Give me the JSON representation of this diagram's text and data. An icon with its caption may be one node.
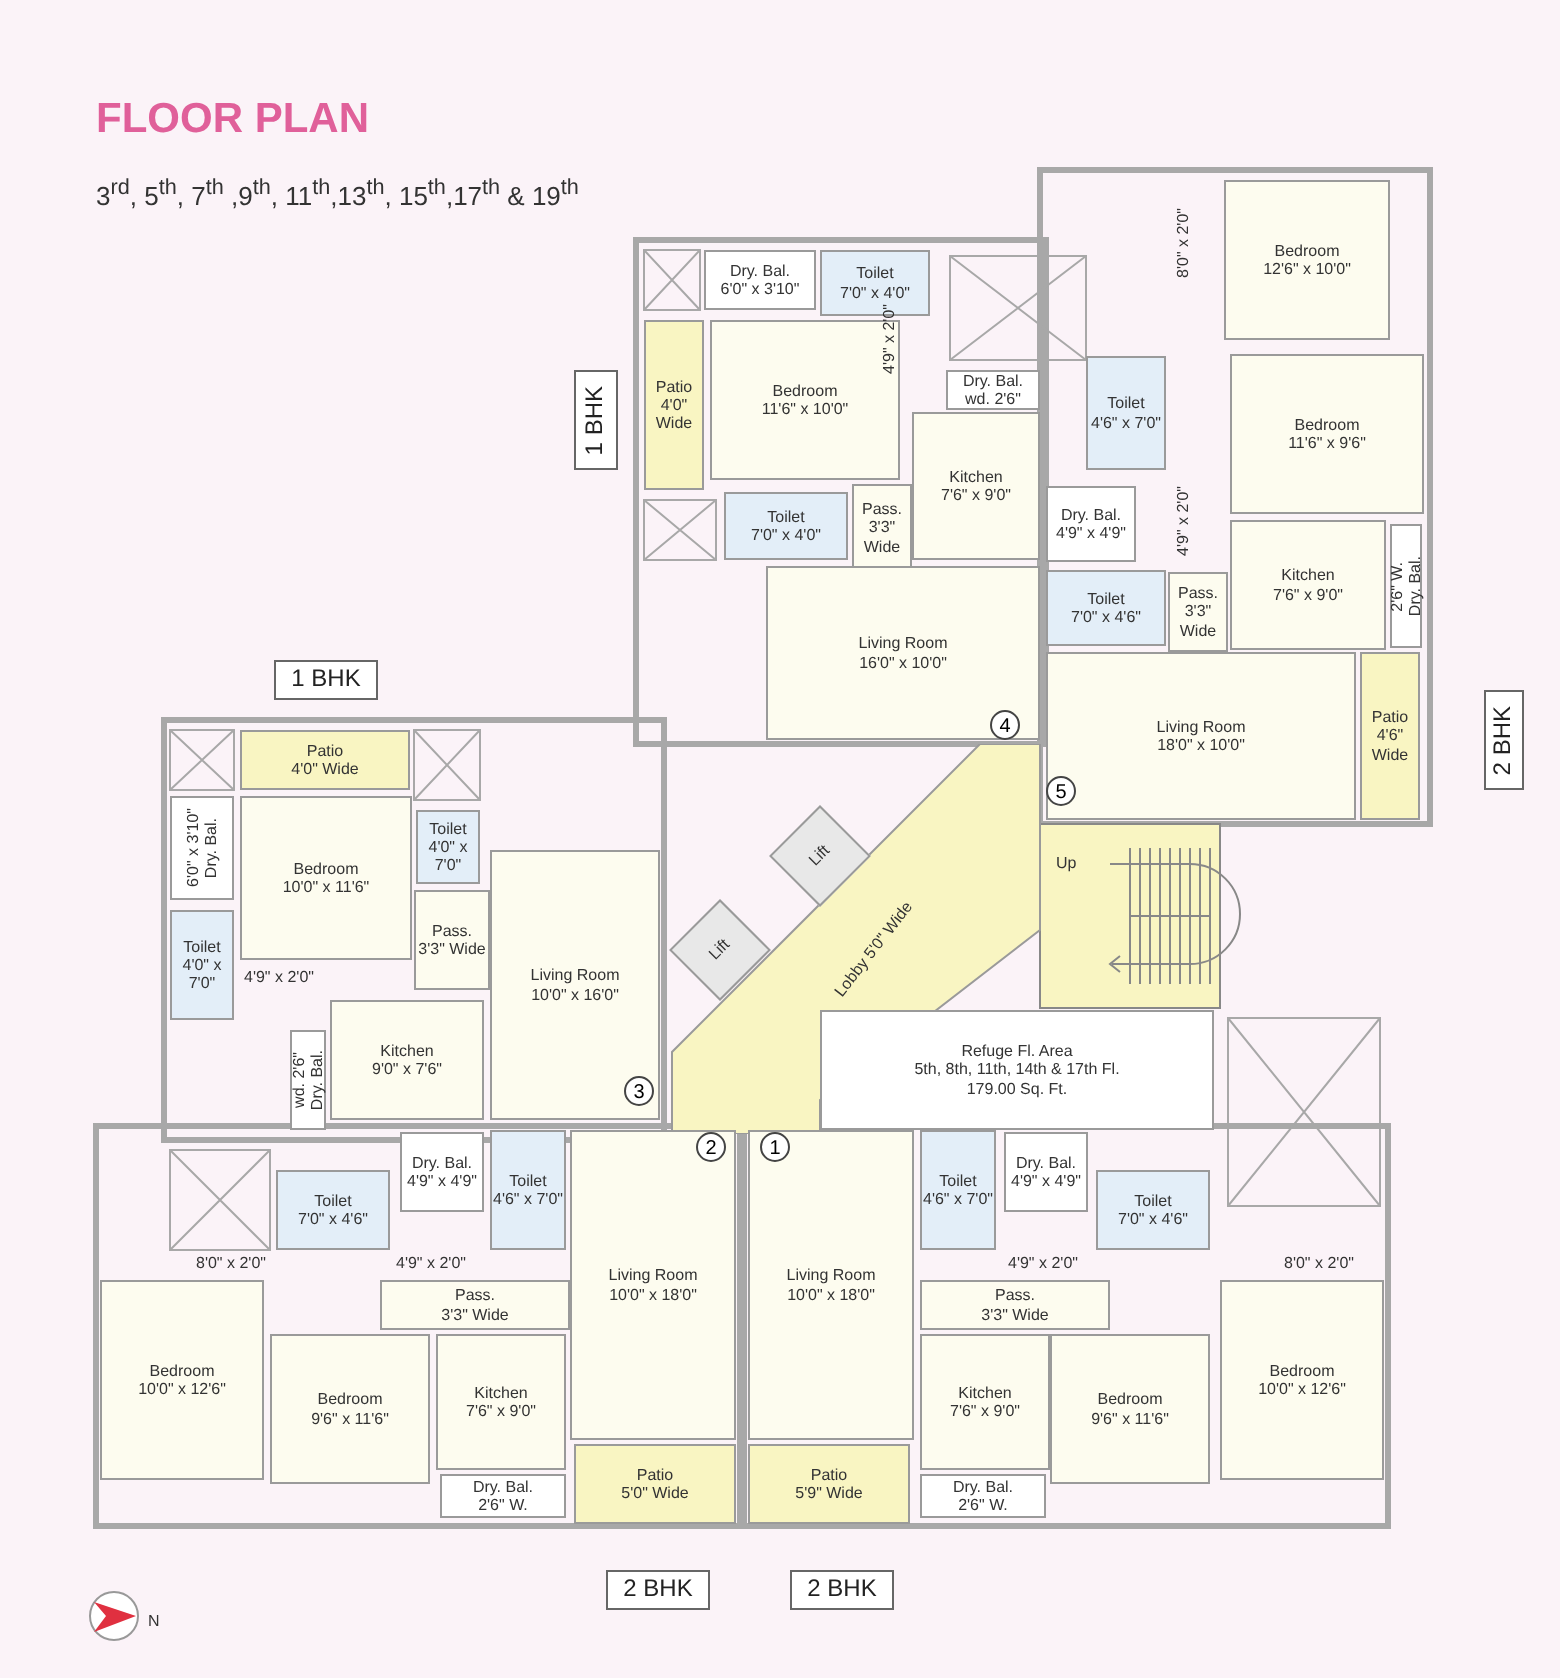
{
  "diagram": {
    "title": "FLOOR PLAN",
    "nodes": [
      {
        "text": [
          "Dry. Bal.",
          "6'0\" x 3'10\""
        ]
      },
      {
        "text": [
          "Toilet",
          "7'0\" x 4'0\""
        ]
      },
      {
        "text": [
          "Patio",
          "4'0\" Wide"
        ]
      },
      {
        "text": [
          "Bedroom",
          "11'6\" x 10'0\""
        ]
      },
      {
        "text": [
          "1 BHK"
        ]
      },
      {
        "text": [
          "Dry. Bal.",
          "wd. 2'6\""
        ]
      },
      {
        "text": [
          "Toilet",
          "7'0\" x 4'0\""
        ]
      },
      {
        "text": [
          "Pass.",
          "3'3\" Wide"
        ]
      },
      {
        "text": [
          "Kitchen",
          "7'6\" x 9'0\""
        ]
      },
      {
        "text": [
          "Living Room",
          "16'0\" x 10'0\""
        ]
      },
      {
        "text": [
          "Bedroom",
          "12'6\" x 10'0\""
        ]
      },
      {
        "text": [
          "Toilet",
          "4'6\" x 7'0\""
        ]
      },
      {
        "text": [
          "Bedroom",
          "11'6\" x 9'6\""
        ]
      },
      {
        "text": [
          "Dry. Bal.",
          "4'9\" x 4'9\""
        ]
      },
      {
        "text": [
          "Pass.",
          "3'3\" Wide"
        ]
      },
      {
        "text": [
          "Toilet",
          "7'0\" x 4'6\""
        ]
      },
      {
        "text": [
          "Kitchen",
          "7'6\" x 9'0\""
        ]
      },
      {
        "text": [
          "Dry. Bal.",
          "2'6\" W."
        ]
      },
      {
        "text": [
          "Living Room",
          "18'0\" x 10'0\""
        ]
      },
      {
        "text": [
          "Patio",
          "4'6\" Wide"
        ]
      },
      {
        "text": [
          "2 BHK"
        ]
      },
      {
        "text": [
          "Lift"
        ]
      },
      {
        "text": [
          "Lift"
        ]
      },
      {
        "text": [
          "Lobby 5'0\" Wide"
        ]
      },
      {
        "text": [
          "Refuge Fl. Area",
          "5th, 8th, 11th, 14th & 17th Fl.",
          "179.00 Sq. Ft."
        ]
      },
      {
        "text": [
          "1 BHK"
        ]
      },
      {
        "text": [
          "Patio",
          "4'0\" Wide"
        ]
      },
      {
        "text": [
          "Dry. Bal.",
          "6'0\" x 3'10\""
        ]
      },
      {
        "text": [
          "Toilet",
          "4'0\" x 7'0\""
        ]
      },
      {
        "text": [
          "Bedroom",
          "10'0\" x 11'6\""
        ]
      },
      {
        "text": [
          "Toilet",
          "4'0\" x 7'0\""
        ]
      },
      {
        "text": [
          "Pass.",
          "3'3\" Wide"
        ]
      },
      {
        "text": [
          "Living Room",
          "10'0\" x 16'0\""
        ]
      },
      {
        "text": [
          "Kitchen",
          "9'0\" x 7'6\""
        ]
      },
      {
        "text": [
          "Dry. Bal.",
          "wd. 2'6\""
        ]
      },
      {
        "text": [
          "Dry. Bal.",
          "4'9\" x 4'9\""
        ]
      },
      {
        "text": [
          "Toilet",
          "4'6\" x 7'0\""
        ]
      },
      {
        "text": [
          "Toilet",
          "7'0\" x 4'6\""
        ]
      },
      {
        "text": [
          "Living Room",
          "10'0\" x 18'0\""
        ]
      },
      {
        "text": [
          "Pass.",
          "3'3\" Wide"
        ]
      },
      {
        "text": [
          "Bedroom",
          "10'0\" x 12'6\""
        ]
      },
      {
        "text": [
          "Bedroom",
          "9'6\" x 11'6\""
        ]
      },
      {
        "text": [
          "Kitchen",
          "7'6\" x 9'0\""
        ]
      },
      {
        "text": [
          "Dry. Bal.",
          "2'6\" W."
        ]
      },
      {
        "text": [
          "Patio",
          "5'0\" Wide"
        ]
      },
      {
        "text": [
          "2 BHK"
        ]
      },
      {
        "text": [
          "Toilet",
          "4'6\" x 7'0\""
        ]
      },
      {
        "text": [
          "Dry. Bal.",
          "4'9\" x 4'9\""
        ]
      },
      {
        "text": [
          "Toilet",
          "7'0\" x 4'6\""
        ]
      },
      {
        "text": [
          "Living Room",
          "10'0\" x 18'0\""
        ]
      },
      {
        "text": [
          "Pass.",
          "3'3\" Wide"
        ]
      },
      {
        "text": [
          "Bedroom",
          "10'0\" x 12'6\""
        ]
      },
      {
        "text": [
          "Bedroom",
          "9'6\" x 11'6\""
        ]
      },
      {
        "text": [
          "Kitchen",
          "7'6\" x 9'0\""
        ]
      },
      {
        "text": [
          "Dry. Bal.",
          "2'6\" W."
        ]
      },
      {
        "text": [
          "Patio",
          "5'9\" Wide"
        ]
      },
      {
        "text": [
          "2 BHK"
        ]
      }
    ],
    "labels": [
      "3$^{rd}$, 5$^{th}$, 7$^{th}$ ,9$^{th}$, 11$^{th}$,13$^{th}$, 15$^{th}$,17$^{th}$ & 19$^{th}$",
      "4'9\" x 2'0\"",
      "8'0\" x 2'0\"",
      "4'9\" x 2'0\"",
      "4",
      "5",
      "Up",
      "4'9\" x 2'0\"",
      "3",
      "2",
      "1",
      "8'0\" x 2'0\"",
      "4'9\" x 2'0\"",
      "4'9\" x 2'0\"",
      "8'0\" x 2'0\"",
      "N"
    ]
  }
}
